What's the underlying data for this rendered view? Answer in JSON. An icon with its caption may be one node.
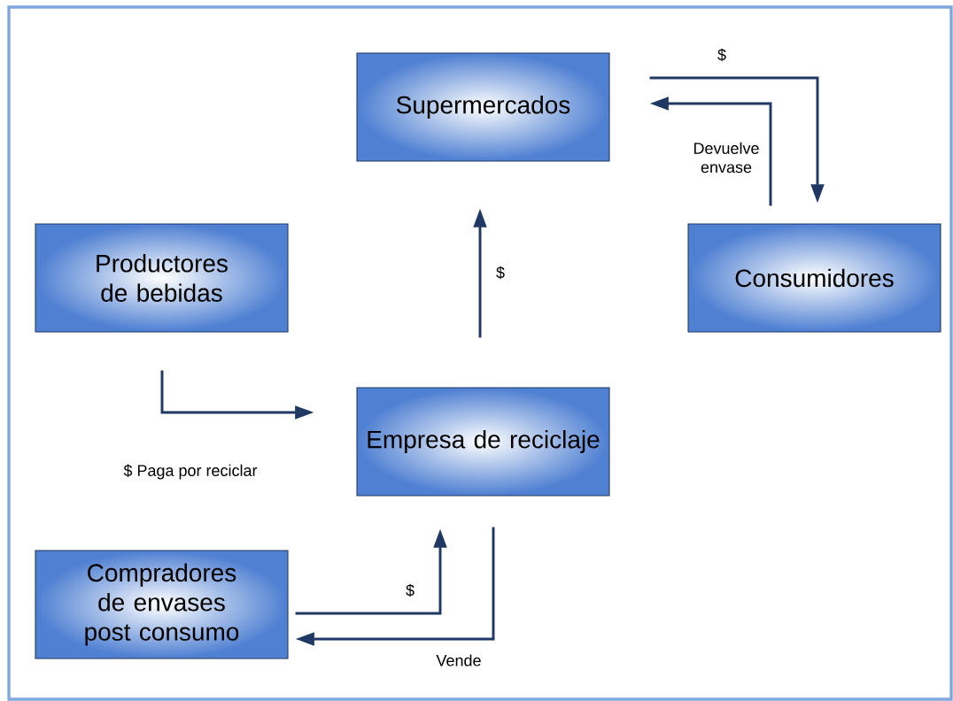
{
  "diagram": {
    "nodes": [
      {
        "text": [
          "Supermercados"
        ]
      },
      {
        "text": [
          "Productores de bebidas"
        ]
      },
      {
        "text": [
          "Consumidores"
        ]
      },
      {
        "text": [
          "Empresa de reciclaje"
        ]
      },
      {
        "text": [
          "Compradores de envases post consumo"
        ]
      }
    ],
    "edges": [
      {
        "from": 2,
        "to": 0,
        "arrow": "to",
        "label": "Devuelve envase"
      },
      {
        "from": 0,
        "to": 2,
        "arrow": "to",
        "label": "$"
      },
      {
        "from": 3,
        "to": 0,
        "arrow": "to",
        "label": "$"
      },
      {
        "from": 1,
        "to": 3,
        "arrow": "to",
        "label": "$ Paga por reciclar"
      },
      {
        "from": 4,
        "to": 3,
        "arrow": "to",
        "label": "$"
      },
      {
        "from": 3,
        "to": 4,
        "arrow": "to",
        "label": "Vende"
      }
    ]
  }
}
